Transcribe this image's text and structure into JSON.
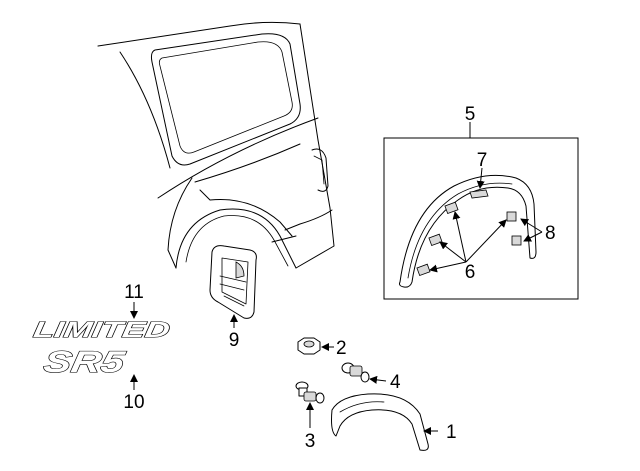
{
  "diagram": {
    "callouts": [
      {
        "id": "1",
        "label": "1"
      },
      {
        "id": "2",
        "label": "2"
      },
      {
        "id": "3",
        "label": "3"
      },
      {
        "id": "4",
        "label": "4"
      },
      {
        "id": "5",
        "label": "5"
      },
      {
        "id": "6",
        "label": "6"
      },
      {
        "id": "7",
        "label": "7"
      },
      {
        "id": "8",
        "label": "8"
      },
      {
        "id": "9",
        "label": "9"
      },
      {
        "id": "10",
        "label": "10"
      },
      {
        "id": "11",
        "label": "11"
      }
    ],
    "emblems": {
      "limited": "LIMITED",
      "sr5": "SR5"
    }
  }
}
